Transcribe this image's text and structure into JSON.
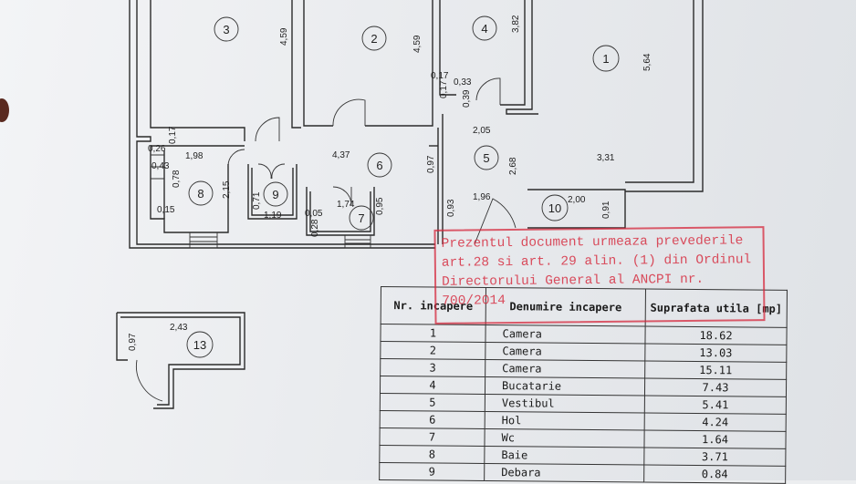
{
  "rooms": {
    "r1": "1",
    "r2": "2",
    "r3": "3",
    "r4": "4",
    "r5": "5",
    "r6": "6",
    "r7": "7",
    "r8": "8",
    "r9": "9",
    "r10": "10",
    "r13": "13"
  },
  "dimensions": {
    "d_459a": "4,59",
    "d_459b": "4,59",
    "d_382": "3,82",
    "d_564": "5,64",
    "d_017a": "0,17",
    "d_033": "0,33",
    "d_017b": "0,17",
    "d_039": "0,39",
    "d_205": "2,05",
    "d_026": "0,26",
    "d_017c": "0,17",
    "d_198": "1,98",
    "d_437": "4,37",
    "d_097a": "0,97",
    "d_268": "2,68",
    "d_331": "3,31",
    "d_043": "0,43",
    "d_078": "0,78",
    "d_215": "2,15",
    "d_015": "0,15",
    "d_071": "0,71",
    "d_119": "1,19",
    "d_005": "0,05",
    "d_174": "1,74",
    "d_095": "0,95",
    "d_028": "0,28",
    "d_093": "0,93",
    "d_196": "1,96",
    "d_200": "2,00",
    "d_091": "0,91",
    "d_097b": "0,97",
    "d_243": "2,43"
  },
  "stamp": {
    "line1": "Prezentul document urmeaza prevederile",
    "line2": "art.28 si art. 29 alin. (1) din Ordinul",
    "line3": "Directorului General al ANCPI nr.",
    "line4": "700/2014"
  },
  "table": {
    "headers": {
      "nr": "Nr. incapere",
      "name": "Denumire incapere",
      "area": "Suprafata utila [mp]"
    },
    "rows": [
      {
        "nr": "1",
        "name": "Camera",
        "area": "18.62"
      },
      {
        "nr": "2",
        "name": "Camera",
        "area": "13.03"
      },
      {
        "nr": "3",
        "name": "Camera",
        "area": "15.11"
      },
      {
        "nr": "4",
        "name": "Bucatarie",
        "area": "7.43"
      },
      {
        "nr": "5",
        "name": "Vestibul",
        "area": "5.41"
      },
      {
        "nr": "6",
        "name": "Hol",
        "area": "4.24"
      },
      {
        "nr": "7",
        "name": "Wc",
        "area": "1.64"
      },
      {
        "nr": "8",
        "name": "Baie",
        "area": "3.71"
      },
      {
        "nr": "9",
        "name": "Debara",
        "area": "0.84"
      }
    ]
  }
}
